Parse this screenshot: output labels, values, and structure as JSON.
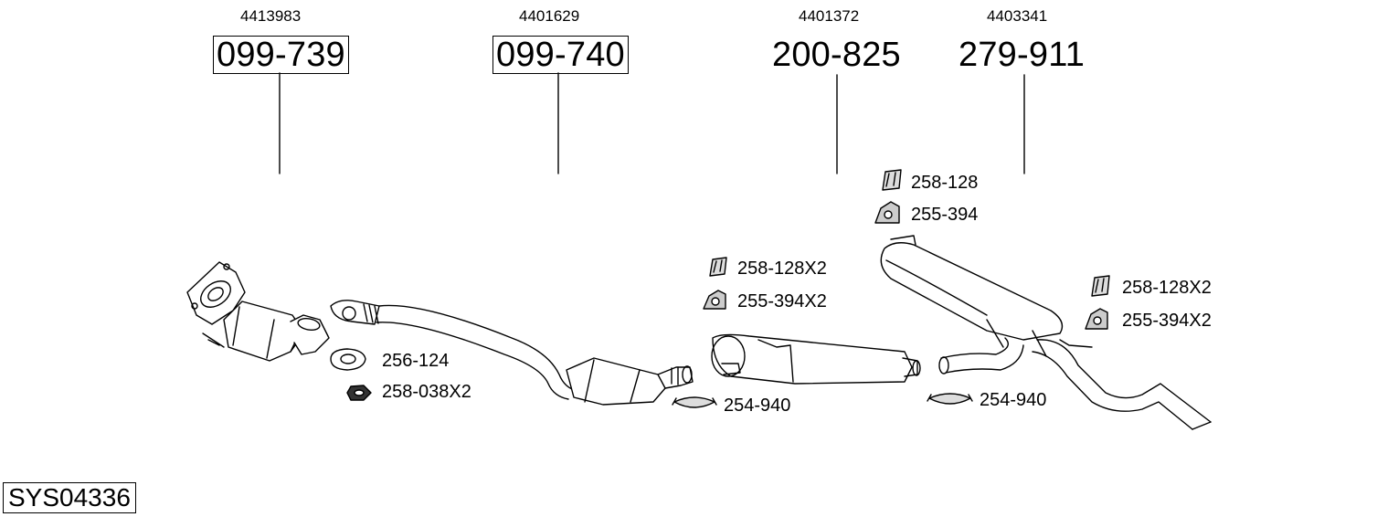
{
  "columns": [
    {
      "oe": "4413983",
      "part": "099-739",
      "boxed": true
    },
    {
      "oe": "4401629",
      "part": "099-740",
      "boxed": true
    },
    {
      "oe": "4401372",
      "part": "200-825",
      "boxed": false
    },
    {
      "oe": "4403341",
      "part": "279-911",
      "boxed": false
    }
  ],
  "accessories": [
    {
      "label": "256-124",
      "icon": "flange-gasket-icon"
    },
    {
      "label": "258-038X2",
      "icon": "nut-icon"
    },
    {
      "label": "258-128X2",
      "icon": "rubber-hanger-icon"
    },
    {
      "label": "255-394X2",
      "icon": "mounting-bracket-icon"
    },
    {
      "label": "254-940",
      "icon": "clamp-icon"
    },
    {
      "label": "258-128",
      "icon": "rubber-hanger-icon"
    },
    {
      "label": "255-394",
      "icon": "mounting-bracket-icon"
    },
    {
      "label": "254-940",
      "icon": "clamp-icon"
    },
    {
      "label": "258-128X2",
      "icon": "rubber-hanger-icon"
    },
    {
      "label": "255-394X2",
      "icon": "mounting-bracket-icon"
    }
  ],
  "system_code": "SYS04336"
}
